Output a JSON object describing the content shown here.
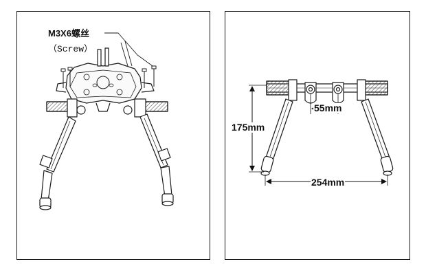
{
  "left_figure": {
    "screw_label": "M3X6螺丝",
    "screw_sublabel": "（Screw）"
  },
  "right_figure": {
    "height_label": "175mm",
    "gap_label": "55mm",
    "width_label": "254mm"
  },
  "colors": {
    "line": "#1a1a1a",
    "hatch": "#555555",
    "fill": "#f2f2f2"
  }
}
